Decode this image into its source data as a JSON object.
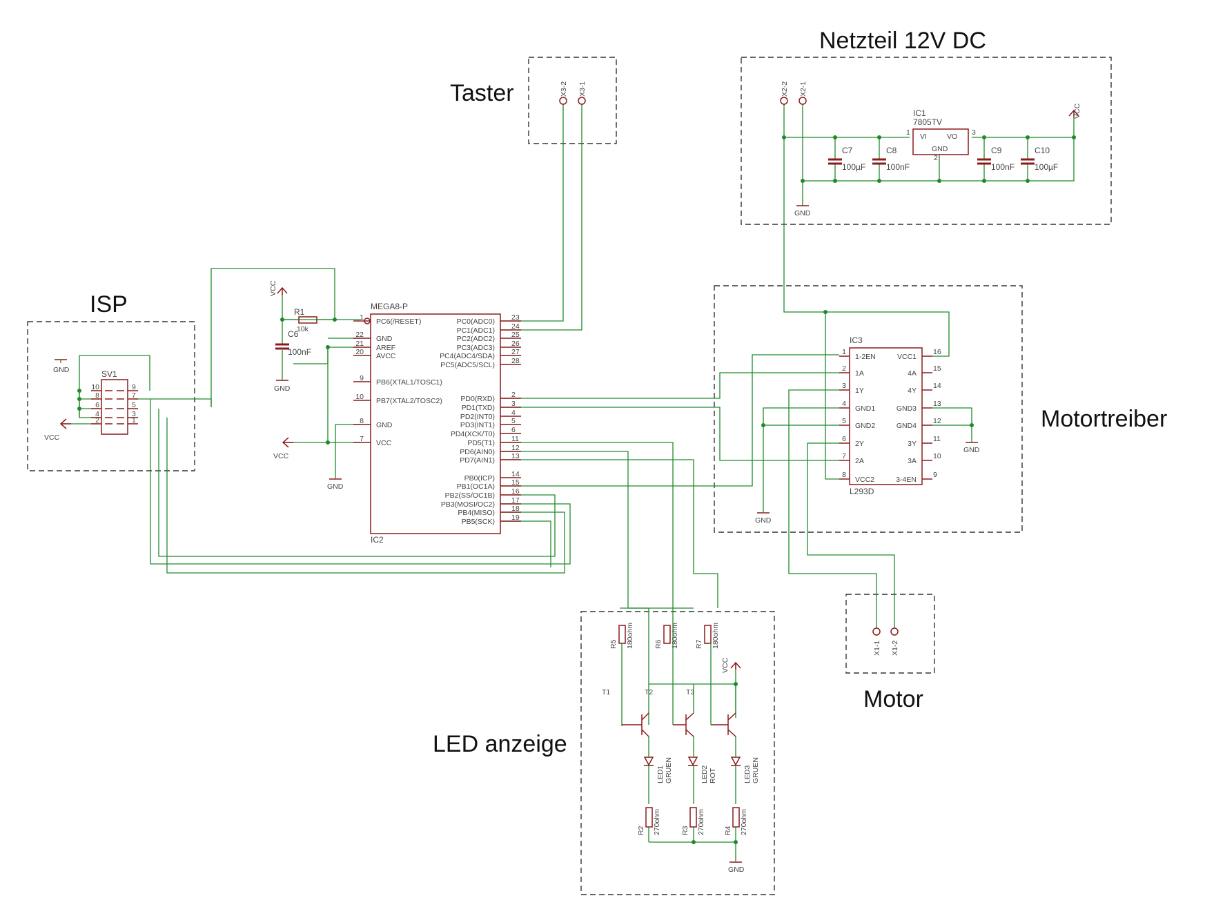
{
  "sections": {
    "taster": "Taster",
    "netzteil": "Netzteil 12V DC",
    "isp": "ISP",
    "motortreiber": "Motortreiber",
    "motor": "Motor",
    "led": "LED anzeige"
  },
  "connectors": {
    "x3_2": "X3-2",
    "x3_1": "X3-1",
    "x2_2": "X2-2",
    "x2_1": "X2-1",
    "x1_1": "X1-1",
    "x1_2": "X1-2"
  },
  "power": {
    "vcc": "VCC",
    "gnd": "GND"
  },
  "ic1": {
    "name": "IC1",
    "type": "7805TV",
    "vi": "VI",
    "vo": "VO",
    "gnd": "GND",
    "pin1": "1",
    "pin2": "2",
    "pin3": "3"
  },
  "caps": {
    "c7": "C7",
    "c7v": "100µF",
    "c8": "C8",
    "c8v": "100nF",
    "c9": "C9",
    "c9v": "100nF",
    "c10": "C10",
    "c10v": "100µF",
    "c6": "C6",
    "c6v": "100nF"
  },
  "r1": {
    "name": "R1",
    "value": "10k"
  },
  "ic2": {
    "type": "MEGA8-P",
    "name": "IC2",
    "left_pins": [
      {
        "label": "PC6(/RESET)",
        "num": "1"
      },
      {
        "label": "GND",
        "num": "22"
      },
      {
        "label": "AREF",
        "num": "21"
      },
      {
        "label": "AVCC",
        "num": "20"
      },
      {
        "label": "PB6(XTAL1/TOSC1)",
        "num": "9"
      },
      {
        "label": "PB7(XTAL2/TOSC2)",
        "num": "10"
      },
      {
        "label": "GND",
        "num": "8"
      },
      {
        "label": "VCC",
        "num": "7"
      }
    ],
    "right_pins": [
      {
        "label": "PC0(ADC0)",
        "num": "23"
      },
      {
        "label": "PC1(ADC1)",
        "num": "24"
      },
      {
        "label": "PC2(ADC2)",
        "num": "25"
      },
      {
        "label": "PC3(ADC3)",
        "num": "26"
      },
      {
        "label": "PC4(ADC4/SDA)",
        "num": "27"
      },
      {
        "label": "PC5(ADC5/SCL)",
        "num": "28"
      },
      {
        "label": "PD0(RXD)",
        "num": "2"
      },
      {
        "label": "PD1(TXD)",
        "num": "3"
      },
      {
        "label": "PD2(INT0)",
        "num": "4"
      },
      {
        "label": "PD3(INT1)",
        "num": "5"
      },
      {
        "label": "PD4(XCK/T0)",
        "num": "6"
      },
      {
        "label": "PD5(T1)",
        "num": "11"
      },
      {
        "label": "PD6(AIN0)",
        "num": "12"
      },
      {
        "label": "PD7(AIN1)",
        "num": "13"
      },
      {
        "label": "PB0(ICP)",
        "num": "14"
      },
      {
        "label": "PB1(OC1A)",
        "num": "15"
      },
      {
        "label": "PB2(SS/OC1B)",
        "num": "16"
      },
      {
        "label": "PB3(MOSI/OC2)",
        "num": "17"
      },
      {
        "label": "PB4(MISO)",
        "num": "18"
      },
      {
        "label": "PB5(SCK)",
        "num": "19"
      }
    ]
  },
  "ic3": {
    "name": "IC3",
    "type": "L293D",
    "left_pins": [
      {
        "label": "1-2EN",
        "num": "1"
      },
      {
        "label": "1A",
        "num": "2"
      },
      {
        "label": "1Y",
        "num": "3"
      },
      {
        "label": "GND1",
        "num": "4"
      },
      {
        "label": "GND2",
        "num": "5"
      },
      {
        "label": "2Y",
        "num": "6"
      },
      {
        "label": "2A",
        "num": "7"
      },
      {
        "label": "VCC2",
        "num": "8"
      }
    ],
    "right_pins": [
      {
        "label": "VCC1",
        "num": "16"
      },
      {
        "label": "4A",
        "num": "15"
      },
      {
        "label": "4Y",
        "num": "14"
      },
      {
        "label": "GND3",
        "num": "13"
      },
      {
        "label": "GND4",
        "num": "12"
      },
      {
        "label": "3Y",
        "num": "11"
      },
      {
        "label": "3A",
        "num": "10"
      },
      {
        "label": "3-4EN",
        "num": "9"
      }
    ]
  },
  "sv1": {
    "name": "SV1",
    "left_nums": [
      "10",
      "8",
      "6",
      "4",
      "2"
    ],
    "right_nums": [
      "9",
      "7",
      "5",
      "3",
      "1"
    ]
  },
  "leds": {
    "r5": "R5",
    "r6": "R6",
    "r7": "R7",
    "r_top_value": "180ohm",
    "t1": "T1",
    "t2": "T2",
    "t3": "T3",
    "led1": "LED1",
    "led1c": "GRUEN",
    "led2": "LED2",
    "led2c": "ROT",
    "led3": "LED3",
    "led3c": "GRUEN",
    "r2": "R2",
    "r3": "R3",
    "r4": "R4",
    "r_bot_value": "270ohm"
  }
}
